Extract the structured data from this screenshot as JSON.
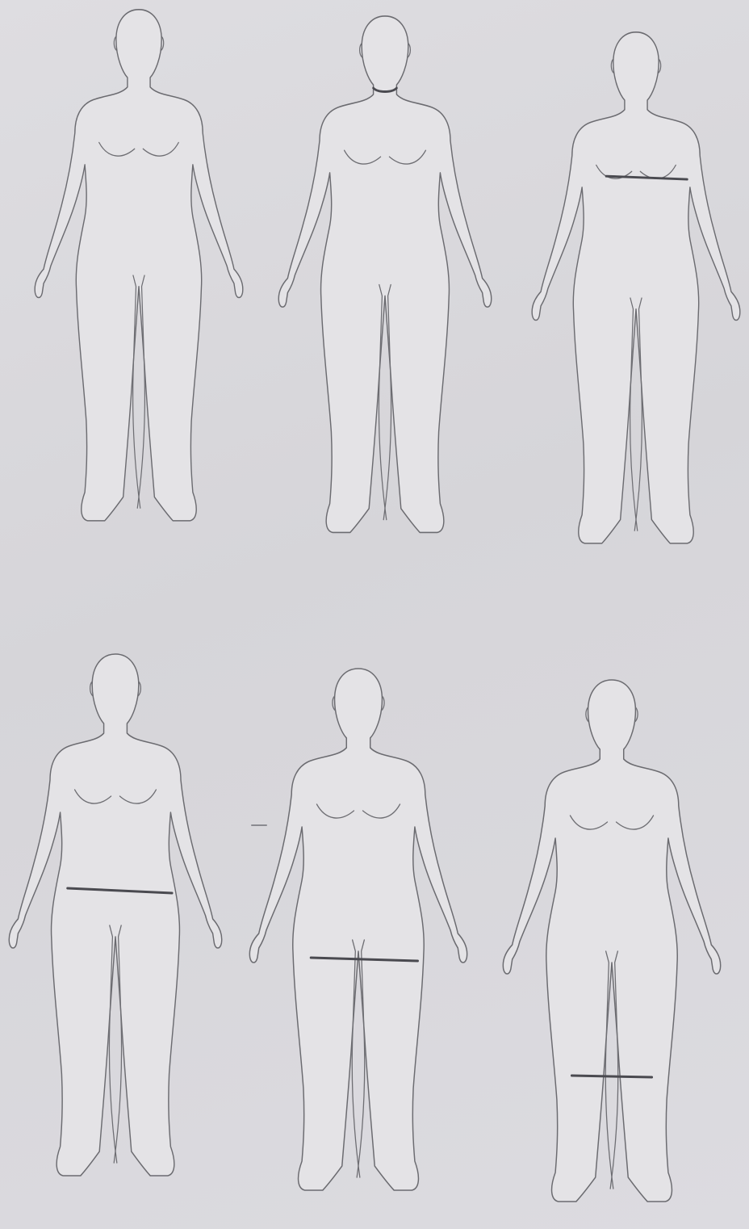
{
  "figures": [
    {
      "measure": "none"
    },
    {
      "measure": "neck"
    },
    {
      "measure": "bust"
    },
    {
      "measure": "hip"
    },
    {
      "measure": "thigh"
    },
    {
      "measure": "knee"
    }
  ],
  "colors": {
    "paper": "#d9d8dc",
    "outline": "#6b6b70",
    "measure_line": "#4a4a50"
  }
}
